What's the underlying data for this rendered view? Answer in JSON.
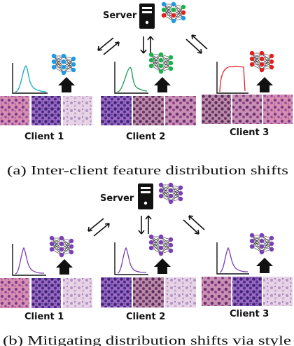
{
  "panels": [
    {
      "server_label": "Server",
      "caption": "(a) Inter-client feature distribution shifts",
      "clients": [
        {
          "label": "Client 1",
          "curve_color": "#1aa7c9",
          "node_color": "#1e9be6"
        },
        {
          "label": "Client 2",
          "curve_color": "#1c9a52",
          "node_color": "#19b34c"
        },
        {
          "label": "Client 3",
          "curve_color": "#e0202a",
          "node_color": "#e22020"
        }
      ]
    },
    {
      "server_label": "Server",
      "caption": "(b) Mitigating distribution shifts via style",
      "clients": [
        {
          "label": "Client 1",
          "curve_color": "#7a3fb0",
          "node_color": "#7b3fb8"
        },
        {
          "label": "Client 2",
          "curve_color": "#7a3fb0",
          "node_color": "#7b3fb8"
        },
        {
          "label": "Client 3",
          "curve_color": "#7a3fb0",
          "node_color": "#7b3fb8"
        }
      ]
    }
  ],
  "colors": {
    "server_global_nodes": [
      "#1e9be6",
      "#19b34c",
      "#e22020"
    ],
    "server_global_nodes_b": "#7b3fb8"
  },
  "icons": [
    "server-icon",
    "neural-network-icon",
    "upload-arrow-icon",
    "sync-arrows-icon",
    "histology-tile"
  ]
}
